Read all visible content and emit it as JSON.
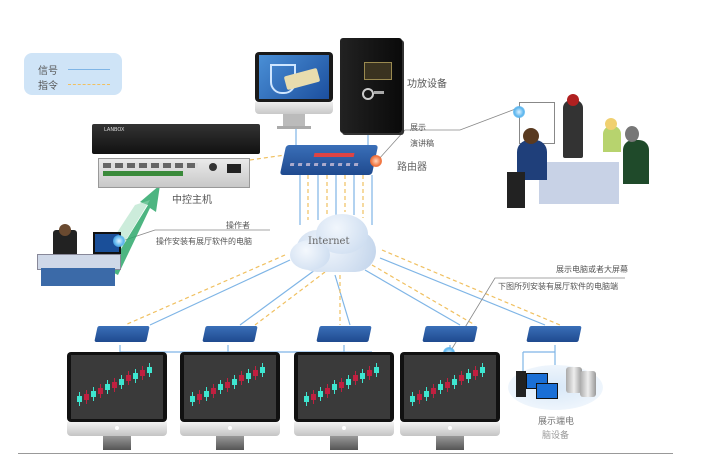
{
  "legend": {
    "items": [
      {
        "label": "信号",
        "style": "solid",
        "color": "#7fb5e6"
      },
      {
        "label": "指令",
        "style": "dashed",
        "color": "#f0c060"
      }
    ]
  },
  "nodes": {
    "amplifier": {
      "label": "功放设备"
    },
    "display": {
      "label_line1": "展示",
      "label_line2": "演讲稿"
    },
    "router": {
      "label": "路由器"
    },
    "central_host": {
      "label": "中控主机",
      "brand": "LANBOX"
    },
    "operator": {
      "label_line1": "操作者",
      "label_line2": "操作安装有展厅软件的电脑"
    },
    "internet": {
      "label": "Internet"
    },
    "display_screens": {
      "label_line1": "展示电脑或者大屏幕",
      "label_line2": "下图所列安装有展厅软件的电脑端"
    },
    "server": {
      "label_line1": "展示端电",
      "label_line2": "脑设备"
    }
  },
  "colors": {
    "signal": "#7fb5e6",
    "command": "#f0c060",
    "router_blue": "#2f5fa8",
    "legend_bg": "#cfe4f7",
    "accent_orange": "#f0703a",
    "green_arrow": "#2ea86b"
  }
}
